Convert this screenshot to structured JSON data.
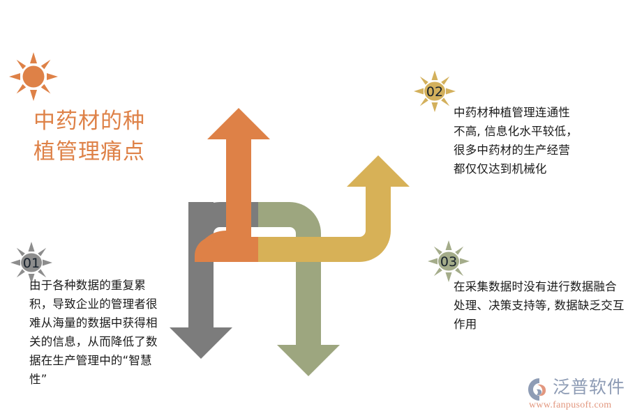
{
  "title": {
    "text": "中药材的种\n植管理痛点",
    "color": "#DE8147",
    "icon": "sun-icon"
  },
  "palette": {
    "orange": "#DE8147",
    "gold": "#D7B157",
    "green": "#9DA67F",
    "gray": "#7C7C7C",
    "text": "#1a1a1a",
    "brand_blue": "#8e9cb5",
    "brand_salmon": "#e2977f"
  },
  "bullets": [
    {
      "number": "01",
      "color": "#7C7C7C",
      "icon": "sun-badge-icon",
      "text": "由于各种数据的重复累积，导致企业的管理者很难从海量的数据中获得相关的信息，从而降低了数据在生产管理中的“智慧性”"
    },
    {
      "number": "02",
      "color": "#D7B157",
      "icon": "sun-badge-icon",
      "text": "中药材种植管理连通性不高, 信息化水平较低，很多中药材的生产经营都仅仅达到机械化"
    },
    {
      "number": "03",
      "color": "#9DA67F",
      "icon": "sun-badge-icon",
      "text": "在采集数据时没有进行数据融合处理、决策支持等, 数据缺乏交互作用"
    }
  ],
  "diagram": {
    "name": "interlocking-arrows-diagram",
    "arrows": [
      {
        "id": "orange-up-arrow",
        "color": "#DE8147",
        "direction": "up",
        "label": "orange segment"
      },
      {
        "id": "gray-down-arrow",
        "color": "#7C7C7C",
        "direction": "down",
        "label": "gray segment"
      },
      {
        "id": "gold-up-arrow",
        "color": "#D7B157",
        "direction": "up",
        "label": "gold segment"
      },
      {
        "id": "green-down-arrow",
        "color": "#9DA67F",
        "direction": "down",
        "label": "green segment"
      }
    ]
  },
  "brand": {
    "name": "泛普软件",
    "url": "www.fanpusoft.com",
    "mark": "fanpu-logo-icon"
  }
}
